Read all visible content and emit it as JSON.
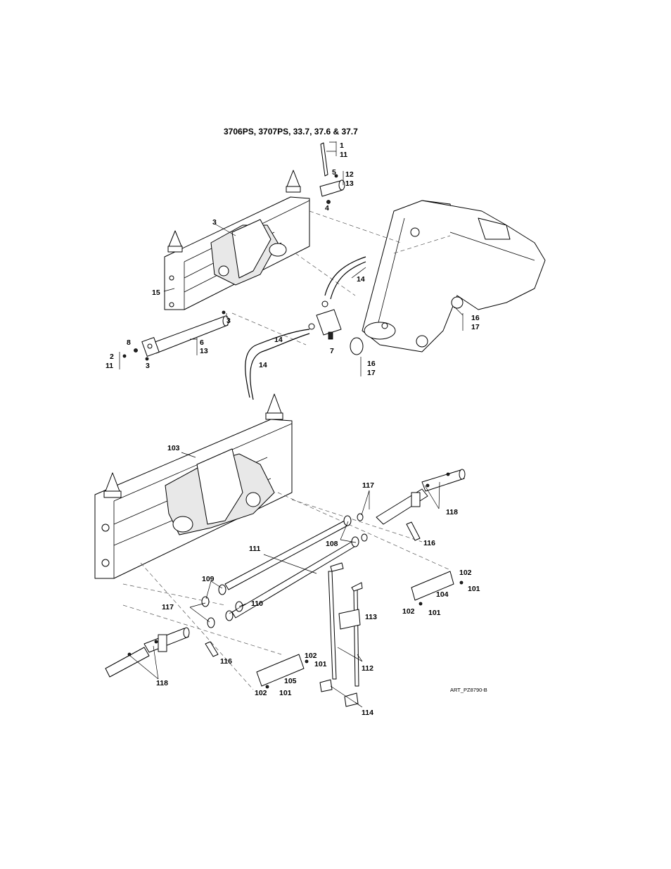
{
  "title": "3706PS, 3707PS, 33.7, 37.6 & 37.7",
  "art_code": "ART_PZ8790-B",
  "callouts": {
    "c1": "1",
    "c11a": "11",
    "c5": "5",
    "c12": "12",
    "c13a": "13",
    "c4": "4",
    "c3a": "3",
    "c15": "15",
    "c3b": "3",
    "c14a": "14",
    "c14b": "14",
    "c14c": "14",
    "c16a": "16",
    "c17a": "17",
    "c16b": "16",
    "c17b": "17",
    "c7": "7",
    "c8": "8",
    "c6": "6",
    "c13b": "13",
    "c2": "2",
    "c11b": "11",
    "c3c": "3",
    "c103": "103",
    "c117a": "117",
    "c118a": "118",
    "c108": "108",
    "c116a": "116",
    "c111": "111",
    "c102a": "102",
    "c101a": "101",
    "c104": "104",
    "c102b": "102",
    "c101b": "101",
    "c109": "109",
    "c110": "110",
    "c117b": "117",
    "c113": "113",
    "c116b": "116",
    "c112": "112",
    "c118b": "118",
    "c102c": "102",
    "c101c": "101",
    "c105": "105",
    "c102d": "102",
    "c101d": "101",
    "c114": "114"
  }
}
